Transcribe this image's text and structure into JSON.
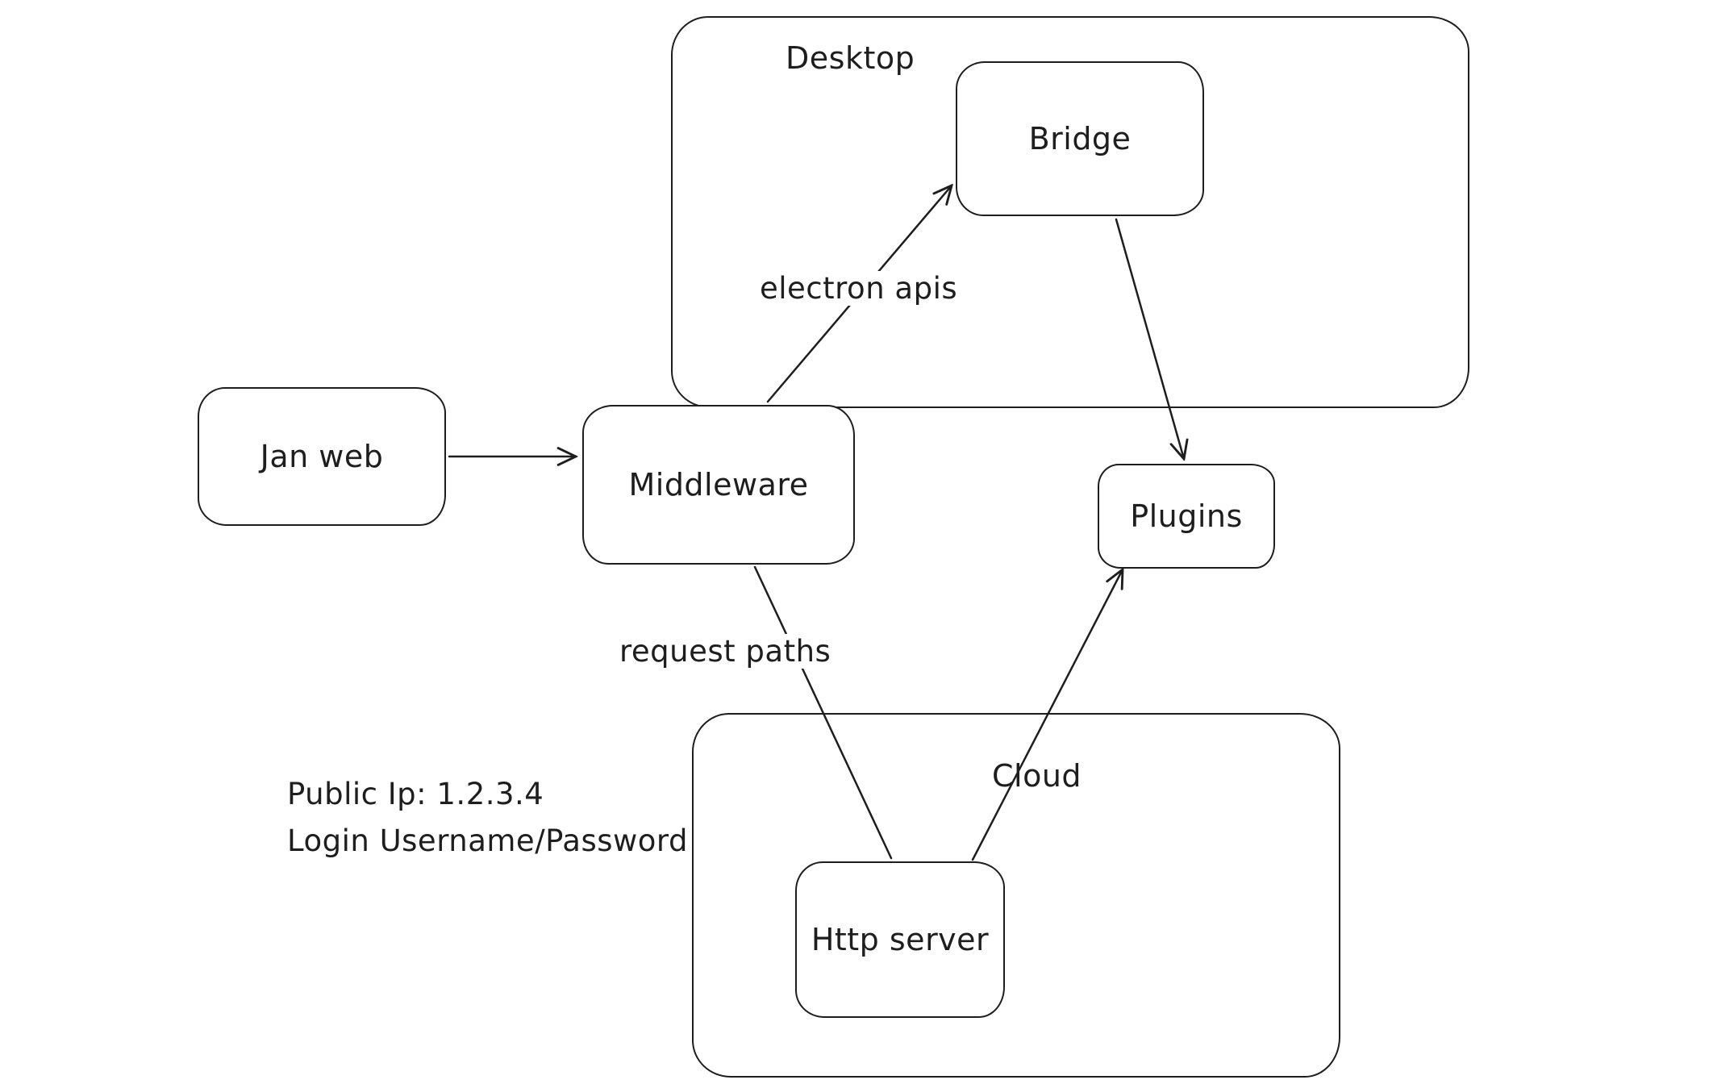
{
  "canvas": {
    "background": "#ffffff",
    "stroke_color": "#1e1e1e"
  },
  "diagram": {
    "containers": [
      {
        "id": "desktop",
        "label": "Desktop"
      },
      {
        "id": "cloud",
        "label": "Cloud"
      }
    ],
    "nodes": [
      {
        "id": "jan-web",
        "label": "Jan web"
      },
      {
        "id": "bridge",
        "label": "Bridge"
      },
      {
        "id": "middleware",
        "label": "Middleware"
      },
      {
        "id": "plugins",
        "label": "Plugins"
      },
      {
        "id": "http-server",
        "label": "Http server"
      }
    ],
    "edges": [
      {
        "id": "jan-web-to-middleware",
        "from": "jan-web",
        "to": "middleware",
        "label": ""
      },
      {
        "id": "middleware-to-bridge",
        "from": "middleware",
        "to": "bridge",
        "label": "electron apis"
      },
      {
        "id": "bridge-to-plugins",
        "from": "bridge",
        "to": "plugins",
        "label": ""
      },
      {
        "id": "middleware-to-http-server",
        "from": "middleware",
        "to": "http-server",
        "label": "request paths"
      },
      {
        "id": "http-server-to-plugins",
        "from": "http-server",
        "to": "plugins",
        "label": ""
      }
    ],
    "annotations": [
      {
        "text": "Public Ip: 1.2.3.4"
      },
      {
        "text": "Login Username/Password"
      }
    ]
  }
}
